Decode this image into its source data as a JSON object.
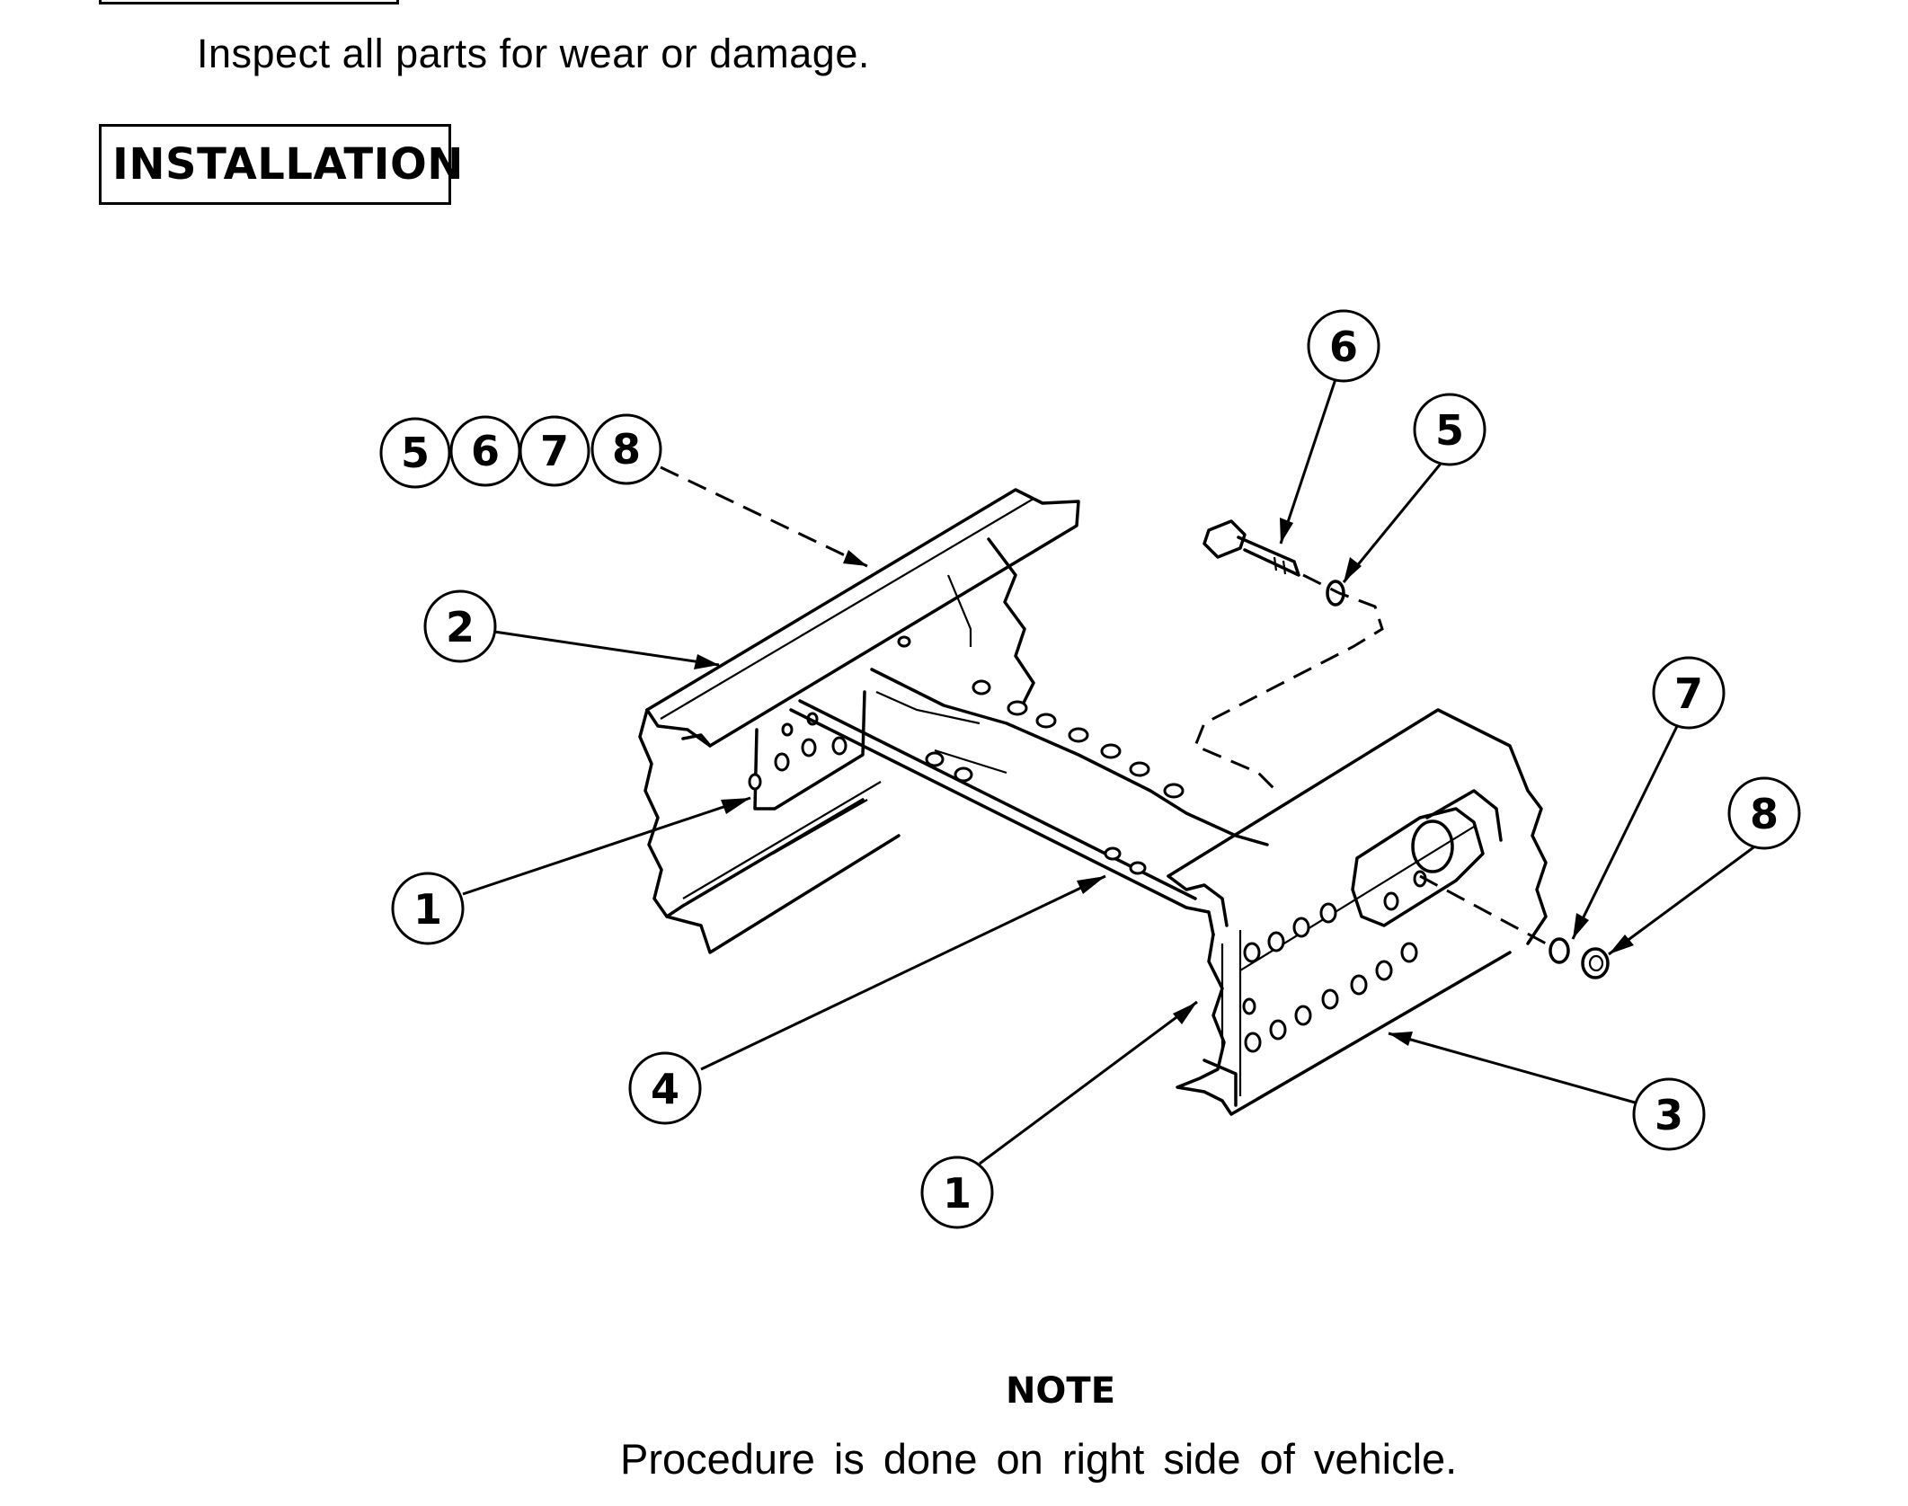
{
  "document": {
    "inspect_text": "Inspect all parts for wear or damage.",
    "section_heading": "INSTALLATION",
    "note_title": "NOTE",
    "note_text": "Procedure is done on right side of vehicle."
  },
  "figure": {
    "callouts": {
      "group": [
        "5",
        "6",
        "7",
        "8"
      ],
      "c2": "2",
      "c1_left": "1",
      "c4": "4",
      "c1_bottom": "1",
      "c3": "3",
      "c6": "6",
      "c5": "5",
      "c7": "7",
      "c8": "8"
    }
  }
}
